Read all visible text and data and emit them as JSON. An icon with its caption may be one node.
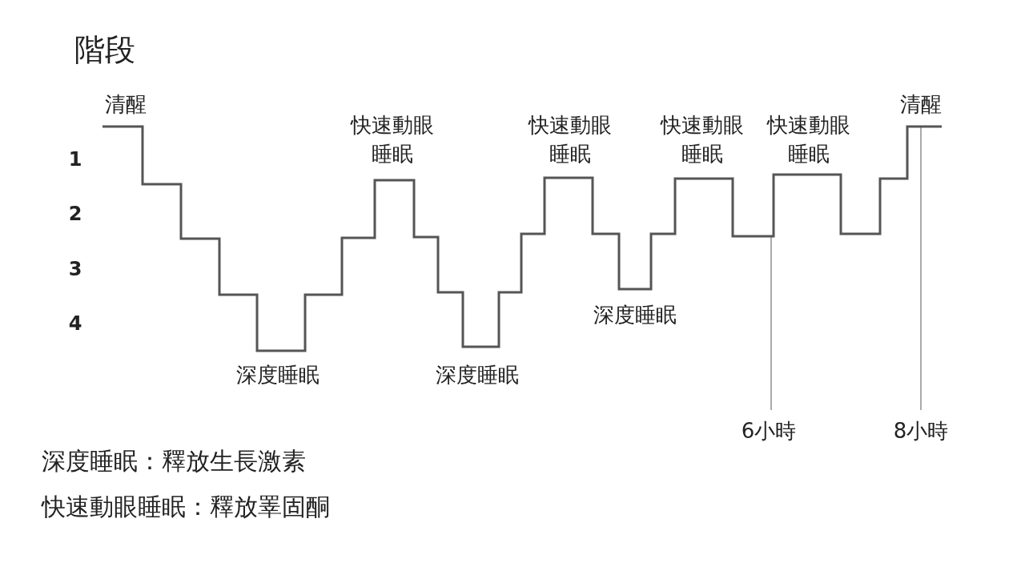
{
  "diagram": {
    "title": "階段",
    "labels": [
      "清醒",
      "快速動眼睡眠",
      "快速動眼睡眠",
      "快速動眼睡眠",
      "快速動眼睡眠",
      "清醒",
      "1",
      "2",
      "3",
      "4",
      "深度睡眠",
      "深度睡眠",
      "深度睡眠",
      "6小時",
      "8小時",
      "深度睡眠：釋放生長激素",
      "快速動眼睡眠：釋放睪固酮"
    ]
  }
}
